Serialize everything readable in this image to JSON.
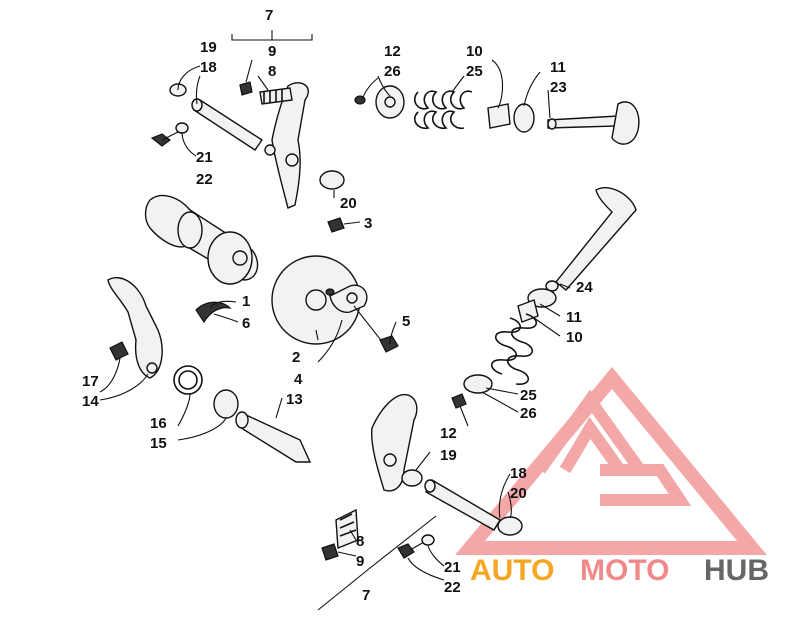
{
  "diagram": {
    "labels": {
      "l7a": "7",
      "l19a": "19",
      "l18a": "18",
      "l9a": "9",
      "l8a": "8",
      "l12a": "12",
      "l26a": "26",
      "l10a": "10",
      "l25a": "25",
      "l11a": "11",
      "l23": "23",
      "l21a": "21",
      "l22a": "22",
      "l20a": "20",
      "l3": "3",
      "l1": "1",
      "l6": "6",
      "l5": "5",
      "l2": "2",
      "l4": "4",
      "l24": "24",
      "l11b": "11",
      "l10b": "10",
      "l17": "17",
      "l14": "14",
      "l16": "16",
      "l15": "15",
      "l13": "13",
      "l25b": "25",
      "l26b": "26",
      "l12b": "12",
      "l19b": "19",
      "l18b": "18",
      "l20b": "20",
      "l8b": "8",
      "l9b": "9",
      "l21b": "21",
      "l22b": "22",
      "l7b": "7"
    }
  },
  "watermark": {
    "part1": "AUTO",
    "part2": "MOTO",
    "part3": "HUB",
    "color_light": "#f5a623",
    "color_mid": "#f08a8a",
    "color_dark": "#666666"
  }
}
